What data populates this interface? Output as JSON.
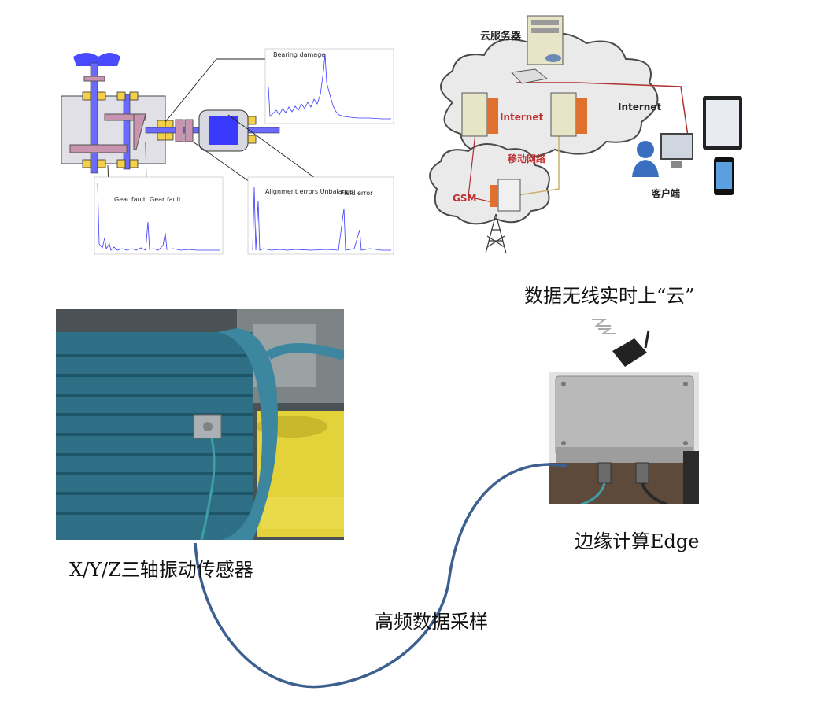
{
  "diagnosis": {
    "bearing_label": "Bearing damage",
    "gear_label_1": "Gear fault",
    "gear_label_2": "Gear fault",
    "alignment_label": "Alignment errors Unbalance",
    "field_label": "Field error"
  },
  "cloud": {
    "server_label": "云服务器",
    "internet_label": "Internet",
    "internet_label_2": "Internet",
    "mobile_label": "移动网络",
    "gsm_label": "GSM",
    "client_label": "客户端"
  },
  "labels": {
    "upload": "数据无线实时上“云”",
    "edge": "边缘计算Edge",
    "sensor": "X/Y/Z三轴振动传感器",
    "sampling": "高频数据采样"
  },
  "colors": {
    "cable": "#3b5f8f",
    "cloud_border": "#4a4a4a",
    "spectrum": "#3a3aff",
    "motor_blue": "#2f6f86",
    "shaft": "#4a4aff"
  }
}
